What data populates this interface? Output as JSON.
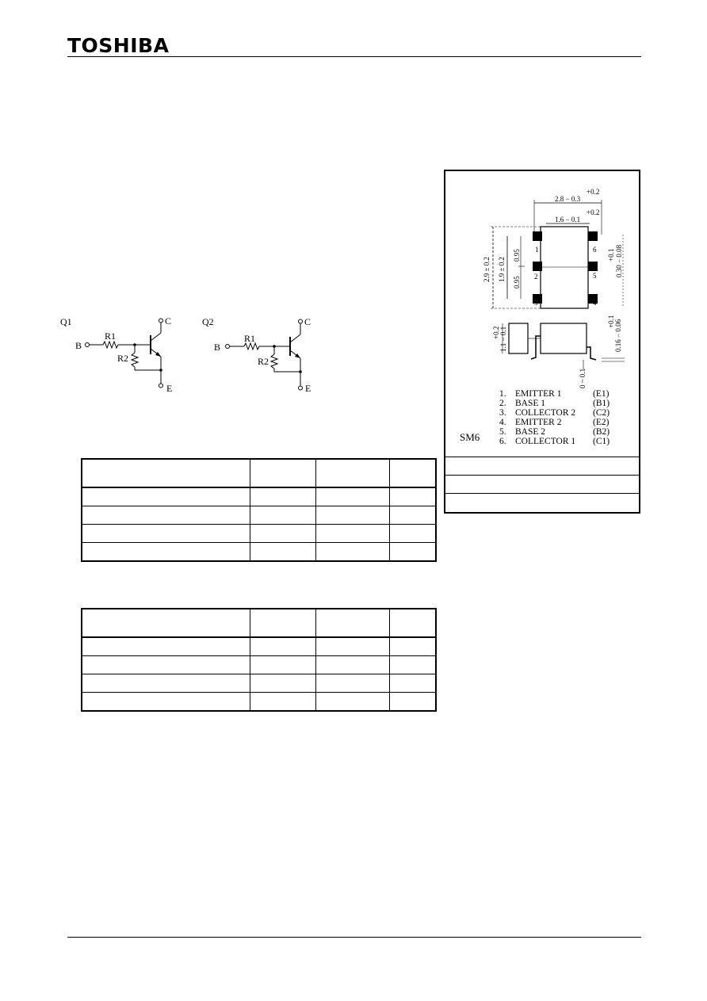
{
  "header": {
    "logo": "TOSHIBA"
  },
  "circuits": [
    {
      "title": "Q1",
      "labels": {
        "base": "B",
        "collector": "C",
        "emitter": "E",
        "r1": "R1",
        "r2": "R2"
      }
    },
    {
      "title": "Q2",
      "labels": {
        "base": "B",
        "collector": "C",
        "emitter": "E",
        "r1": "R1",
        "r2": "R2"
      }
    }
  ],
  "package": {
    "name": "SM6",
    "dimensions": {
      "top_width_tol": "+0.2",
      "top_width": "2.8 − 0.3",
      "body_width_tol": "+0.2",
      "body_width": "1.6 − 0.1",
      "height_total": "2.9 ± 0.2",
      "height_pins": "1.9 ± 0.2",
      "pitch_a": "0.95",
      "pitch_b": "0.95",
      "lead_width_tol": "+0.1",
      "lead_width": "0.30 − 0.08",
      "thickness_tol": "+0.2",
      "thickness": "1.1 − 0.1",
      "lead_thick_tol": "+0.1",
      "lead_thick": "0.16 − 0.06",
      "standoff": "0 ~ 0.1"
    },
    "pin_numbers": [
      "1",
      "2",
      "3",
      "4",
      "5",
      "6"
    ],
    "pins": [
      {
        "num": "1.",
        "name": "EMITTER 1",
        "code": "(E1)"
      },
      {
        "num": "2.",
        "name": "BASE 1",
        "code": "(B1)"
      },
      {
        "num": "3.",
        "name": "COLLECTOR 2",
        "code": "(C2)"
      },
      {
        "num": "4.",
        "name": "EMITTER 2",
        "code": "(E2)"
      },
      {
        "num": "5.",
        "name": "BASE 2",
        "code": "(B2)"
      },
      {
        "num": "6.",
        "name": "COLLECTOR 1",
        "code": "(C1)"
      }
    ]
  }
}
